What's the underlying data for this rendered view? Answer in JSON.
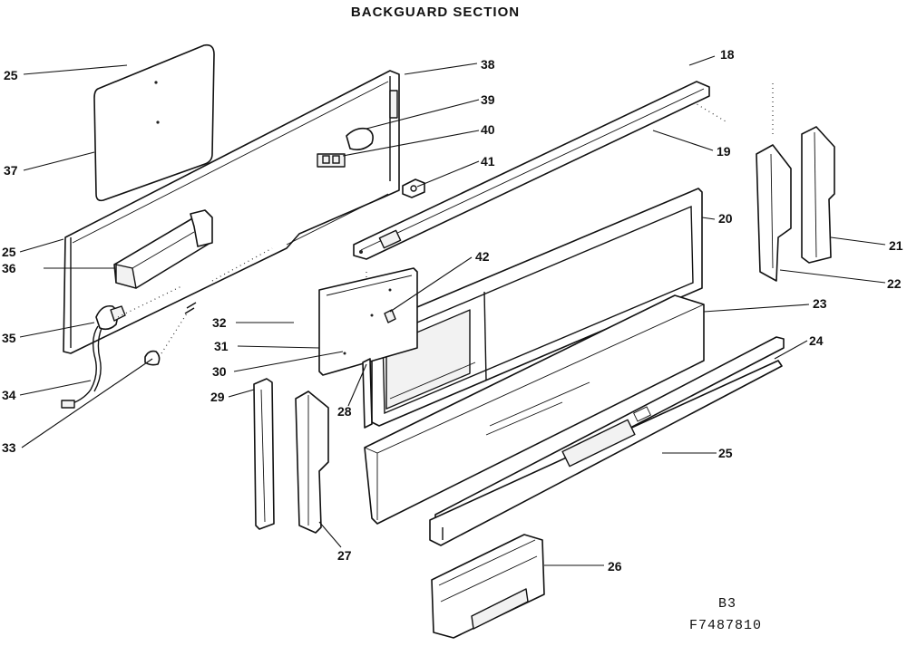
{
  "diagram": {
    "title": "BACKGUARD SECTION",
    "code_line1": "B3",
    "code_line2": "F7487810"
  },
  "callouts": {
    "c25a": "25",
    "c37": "37",
    "c25b": "25",
    "c36": "36",
    "c35": "35",
    "c34": "34",
    "c33": "33",
    "c38": "38",
    "c39": "39",
    "c40": "40",
    "c41": "41",
    "c18": "18",
    "c19": "19",
    "c20": "20",
    "c21": "21",
    "c22": "22",
    "c23": "23",
    "c24": "24",
    "c25c": "25",
    "c42": "42",
    "c32": "32",
    "c31": "31",
    "c30": "30",
    "c29": "29",
    "c28": "28",
    "c27": "27",
    "c26": "26"
  }
}
